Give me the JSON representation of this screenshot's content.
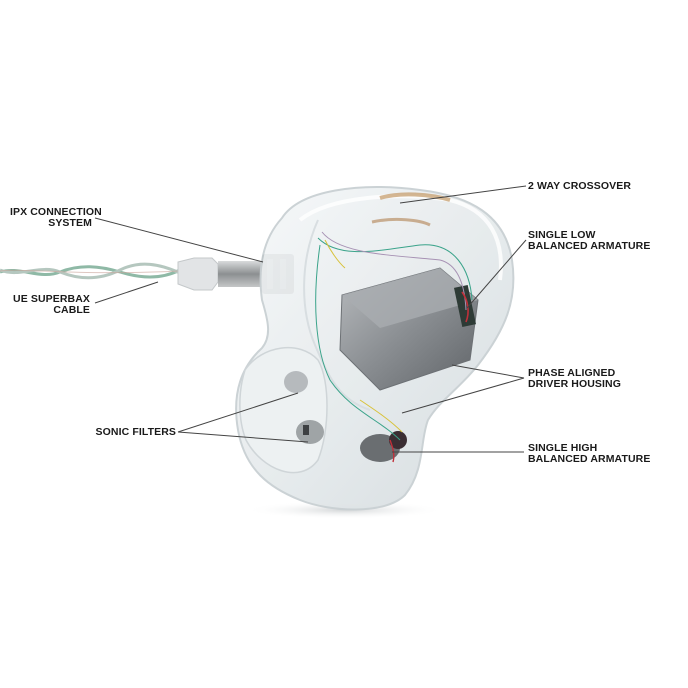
{
  "figure": {
    "subject": "custom in-ear monitor cutaway",
    "background": "#ffffff",
    "accent_colors": {
      "shell": "#e9eef0",
      "driver": "#7d8286",
      "wire_green": "#3aa38a",
      "wire_yellow": "#d8c23a",
      "wire_red": "#c0303a",
      "text": "#1a1a1a",
      "leader": "#444444"
    }
  },
  "labels": {
    "ipx": {
      "line1": "IPX CONNECTION",
      "line2": "SYSTEM"
    },
    "cable": {
      "line1": "UE SUPERBAX",
      "line2": "CABLE"
    },
    "sonic": {
      "line1": "SONIC FILTERS"
    },
    "crossover": {
      "line1": "2 WAY CROSSOVER"
    },
    "low": {
      "line1": "SINGLE LOW",
      "line2": "BALANCED ARMATURE"
    },
    "phase": {
      "line1": "PHASE ALIGNED",
      "line2": "DRIVER HOUSING"
    },
    "high": {
      "line1": "SINGLE HIGH",
      "line2": "BALANCED ARMATURE"
    }
  }
}
